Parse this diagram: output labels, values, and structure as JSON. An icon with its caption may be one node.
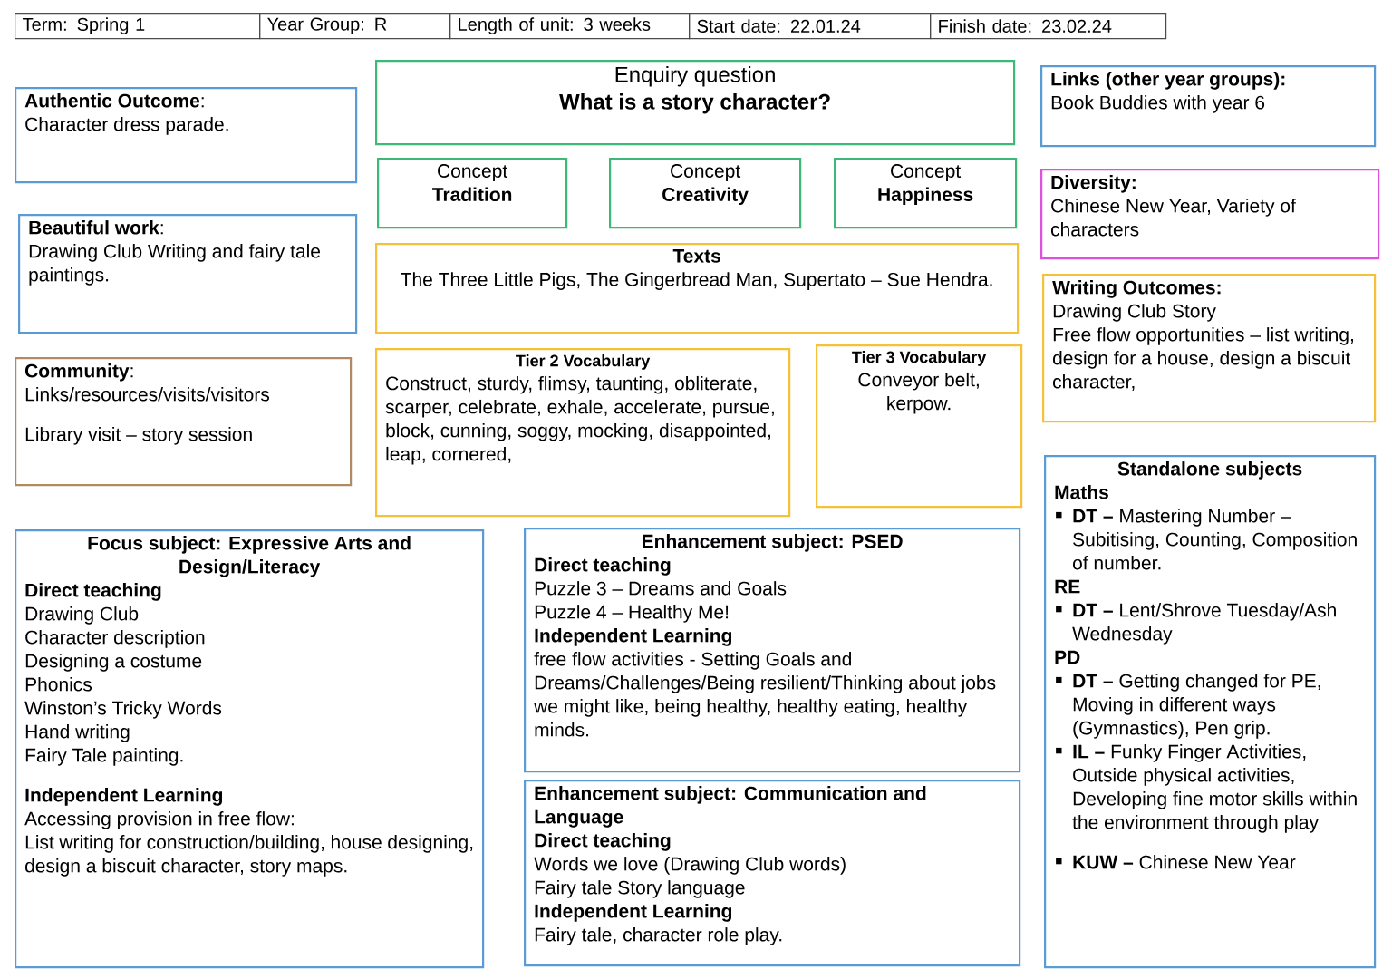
{
  "diagram": {
    "nodes": [
      {
        "text": [
          "**Authentic Outcome**:",
          "Character dress parade."
        ]
      },
      {
        "text": [
          "**Beautiful work**:",
          "Drawing Club Writing and fairy tale paintings."
        ]
      },
      {
        "text": [
          "**Community**:",
          "Links/resources/visits/visitors",
          "Library visit – story session"
        ]
      },
      {
        "text": [
          "Enquiry question",
          "What is a story character?"
        ]
      },
      {
        "text": [
          "Concept",
          "Tradition"
        ]
      },
      {
        "text": [
          "Concept",
          "Creativity"
        ]
      },
      {
        "text": [
          "Concept",
          "Happiness"
        ]
      },
      {
        "text": [
          "Texts",
          "The Three Little Pigs, The Gingerbread Man, Supertato – Sue Hendra."
        ]
      },
      {
        "text": [
          "Tier 2 Vocabulary",
          "Construct, sturdy, flimsy, taunting, obliterate, scarper, celebrate, exhale, accelerate, pursue, block, cunning, soggy, mocking, disappointed, leap, cornered,"
        ]
      },
      {
        "text": [
          "Tier 3 Vocabulary",
          "Conveyor belt, kerpow."
        ]
      },
      {
        "text": [
          "Links (other year groups):",
          "Book Buddies with year 6"
        ]
      },
      {
        "text": [
          "Diversity:",
          "Chinese New Year, Variety of characters"
        ]
      },
      {
        "text": [
          "Writing Outcomes:",
          "Drawing Club Story",
          "Free flow opportunities – list writing, design for a house, design a biscuit character,"
        ]
      },
      {
        "text": [
          "Standalone subjects",
          "Maths",
          "**DT –** Mastering Number – Subitising, Counting, Composition of number.",
          "RE",
          "**DT –** Lent/Shrove Tuesday/Ash Wednesday",
          "PD",
          "**DT –** Getting changed for PE, Moving in different ways (Gymnastics), Pen grip.",
          "**IL –** Funky Finger Activities, Outside physical activities, Developing fine motor skills within the environment through play",
          "**KUW –** Chinese New Year"
        ]
      },
      {
        "text": [
          "Focus subject: Expressive Arts and Design/Literacy",
          "Direct teaching",
          "Drawing Club",
          "Character description",
          "Designing a costume",
          "Phonics",
          "Winston’s Tricky Words",
          "Hand writing",
          "Fairy Tale painting.",
          "Independent Learning",
          "Accessing provision in free flow:",
          "List writing for construction/building, house designing, design a biscuit character, story maps."
        ]
      },
      {
        "text": [
          "Enhancement subject: PSED",
          "Direct teaching",
          "Puzzle 3 – Dreams and Goals",
          "Puzzle 4 – Healthy Me!",
          "Independent Learning",
          "free flow activities - Setting Goals and Dreams/Challenges/Being resilient/Thinking about jobs we might like, being healthy, healthy eating, healthy minds."
        ]
      },
      {
        "text": [
          "Enhancement subject: Communication and Language",
          "Direct teaching",
          "Words we love (Drawing Club words)",
          "Fairy tale Story language",
          "Independent Learning",
          "Fairy tale, character role play."
        ]
      }
    ],
    "labels": [
      "Term: Spring 1",
      "Year Group: R",
      "Length of unit:  3 weeks",
      "Start date: 22.01.24",
      "Finish date: 23.02.24"
    ]
  }
}
